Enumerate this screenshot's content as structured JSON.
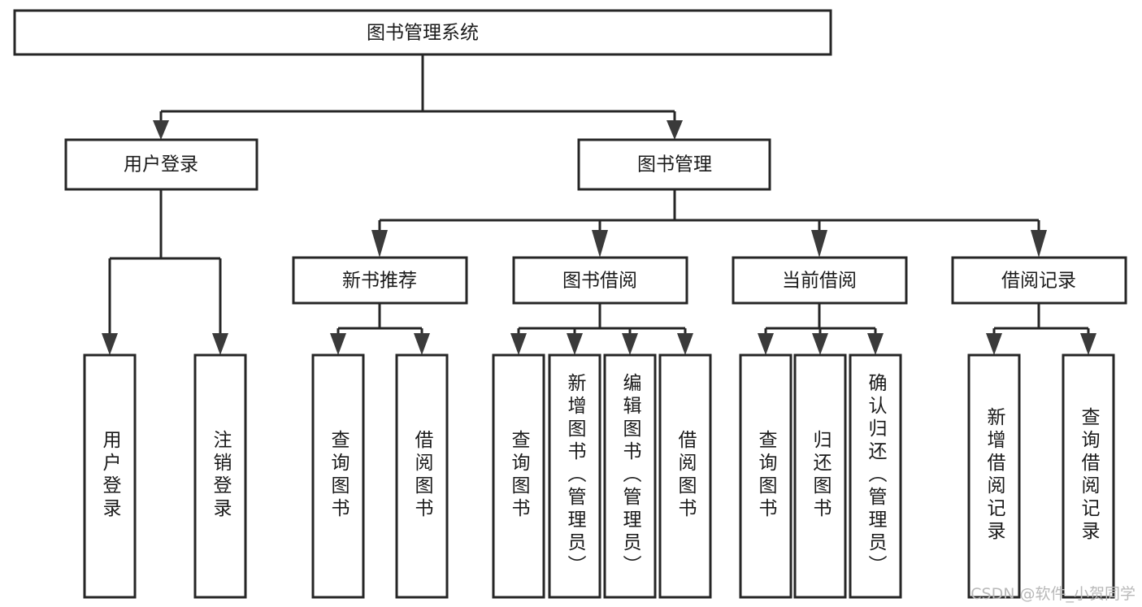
{
  "diagram": {
    "type": "tree",
    "title": "图书管理系统",
    "orientation": "top-down",
    "levels": 4,
    "colors": {
      "box_stroke": "#262626",
      "box_fill": "#ffffff",
      "connector": "#262626",
      "arrow": "#3a3a3a",
      "text": "#1a1a1a",
      "watermark": "#b9b9b9",
      "background": "#ffffff"
    },
    "root": {
      "label": "图书管理系统",
      "orientation": "horizontal"
    },
    "level2": [
      {
        "label": "用户登录",
        "orientation": "horizontal"
      },
      {
        "label": "图书管理",
        "orientation": "horizontal"
      }
    ],
    "level3": [
      {
        "label": "新书推荐",
        "orientation": "horizontal"
      },
      {
        "label": "图书借阅",
        "orientation": "horizontal"
      },
      {
        "label": "当前借阅",
        "orientation": "horizontal"
      },
      {
        "label": "借阅记录",
        "orientation": "horizontal"
      }
    ],
    "leaves": {
      "用户登录": [
        {
          "label": "用户登录",
          "orientation": "vertical"
        },
        {
          "label": "注销登录",
          "orientation": "vertical"
        }
      ],
      "新书推荐": [
        {
          "label": "查询图书",
          "orientation": "vertical"
        },
        {
          "label": "借阅图书",
          "orientation": "vertical"
        }
      ],
      "图书借阅": [
        {
          "label": "查询图书",
          "orientation": "vertical"
        },
        {
          "label": "新增图书（管理员）",
          "orientation": "vertical"
        },
        {
          "label": "编辑图书（管理员）",
          "orientation": "vertical"
        },
        {
          "label": "借阅图书",
          "orientation": "vertical"
        }
      ],
      "当前借阅": [
        {
          "label": "查询图书",
          "orientation": "vertical"
        },
        {
          "label": "归还图书",
          "orientation": "vertical"
        },
        {
          "label": "确认归还（管理员）",
          "orientation": "vertical"
        }
      ],
      "借阅记录": [
        {
          "label": "新增借阅记录",
          "orientation": "vertical"
        },
        {
          "label": "查询借阅记录",
          "orientation": "vertical"
        }
      ]
    }
  },
  "watermark": {
    "text": "CSDN @软件_小贺同学"
  }
}
